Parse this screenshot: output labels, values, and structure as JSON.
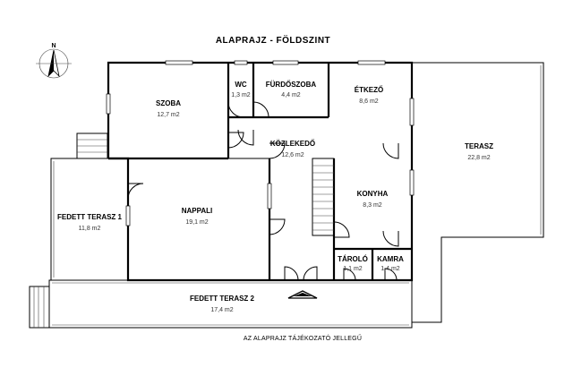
{
  "title": "ALAPRAJZ - FÖLDSZINT",
  "north_label": "N",
  "footer_note": "AZ ALAPRAJZ TÁJÉKOZATÓ JELLEGŰ",
  "rooms": {
    "szoba": {
      "name": "SZOBA",
      "area": "12,7 m2"
    },
    "wc": {
      "name": "WC",
      "area": "1,3 m2"
    },
    "furdoszoba": {
      "name": "FÜRDŐSZOBA",
      "area": "4,4 m2"
    },
    "etkezo": {
      "name": "ÉTKEZŐ",
      "area": "8,6 m2"
    },
    "kozlekedo": {
      "name": "KÖZLEKEDŐ",
      "area": "12,6 m2"
    },
    "terasz": {
      "name": "TERASZ",
      "area": "22,8 m2"
    },
    "fedett_terasz_1": {
      "name": "FEDETT TERASZ 1",
      "area": "11,8 m2"
    },
    "nappali": {
      "name": "NAPPALI",
      "area": "19,1 m2"
    },
    "konyha": {
      "name": "KONYHA",
      "area": "8,3 m2"
    },
    "tarolo": {
      "name": "TÁROLÓ",
      "area": "1,1 m2"
    },
    "kamra": {
      "name": "KAMRA",
      "area": "1,4 m2"
    },
    "fedett_terasz_2": {
      "name": "FEDETT TERASZ 2",
      "area": "17,4 m2"
    }
  }
}
